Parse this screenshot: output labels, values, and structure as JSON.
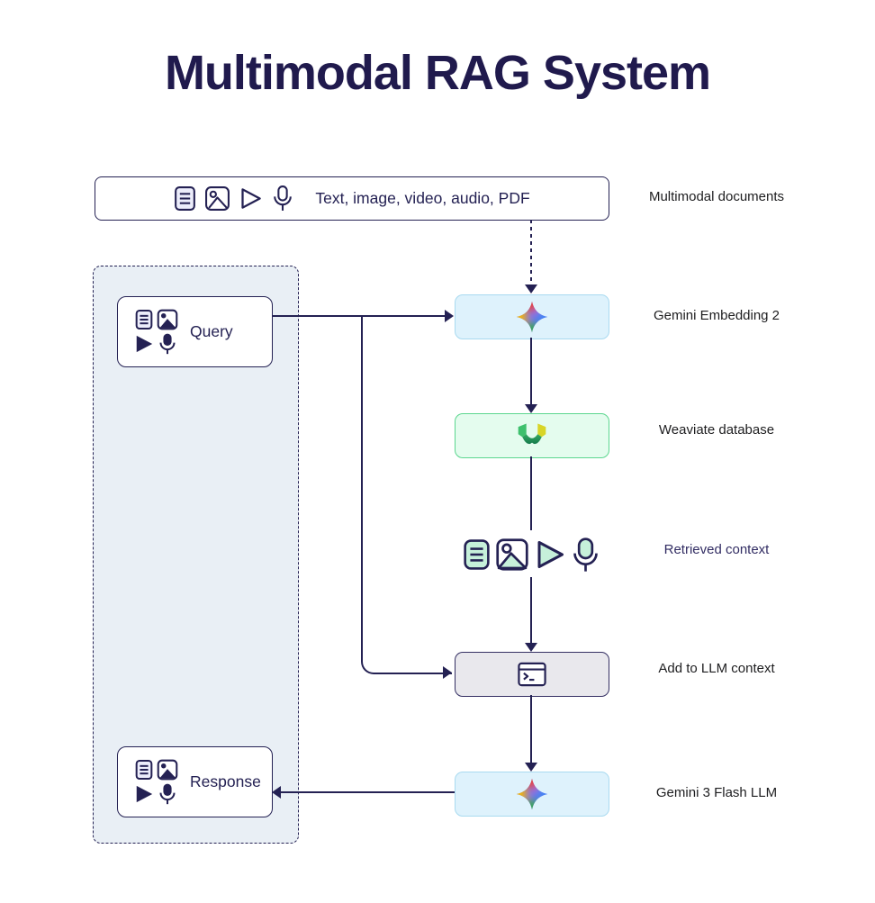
{
  "title": "Multimodal RAG System",
  "top_box": {
    "text": "Text, image, video, audio, PDF"
  },
  "labels": {
    "multimodal_documents": "Multimodal documents",
    "gemini_embedding": "Gemini Embedding 2",
    "weaviate": "Weaviate database",
    "retrieved_context": "Retrieved context",
    "add_llm_context": "Add to LLM context",
    "gemini_flash": "Gemini 3 Flash LLM"
  },
  "panel": {
    "query_label": "Query",
    "response_label": "Response"
  },
  "icons": {
    "top_box": [
      "document-icon",
      "image-icon",
      "play-icon",
      "microphone-icon"
    ],
    "retrieved": [
      "document-icon",
      "image-icon",
      "play-icon",
      "microphone-icon"
    ],
    "query_response": [
      "document-icon",
      "image-icon",
      "play-icon",
      "microphone-icon"
    ],
    "nodes": [
      "gemini-star-icon",
      "weaviate-logo-icon",
      "terminal-icon",
      "gemini-star-icon"
    ]
  },
  "colors": {
    "navy": "#242153",
    "title": "#201a4d",
    "panel_bg": "#e9eff5",
    "blue_fill": "#def2fc",
    "blue_border": "#a9daf0",
    "green_fill": "#e4fcee",
    "green_border": "#5cd68f",
    "gray_fill": "#e9e8ed",
    "mint_fill": "#c6f0da",
    "label_text": "#1d1d1f"
  }
}
